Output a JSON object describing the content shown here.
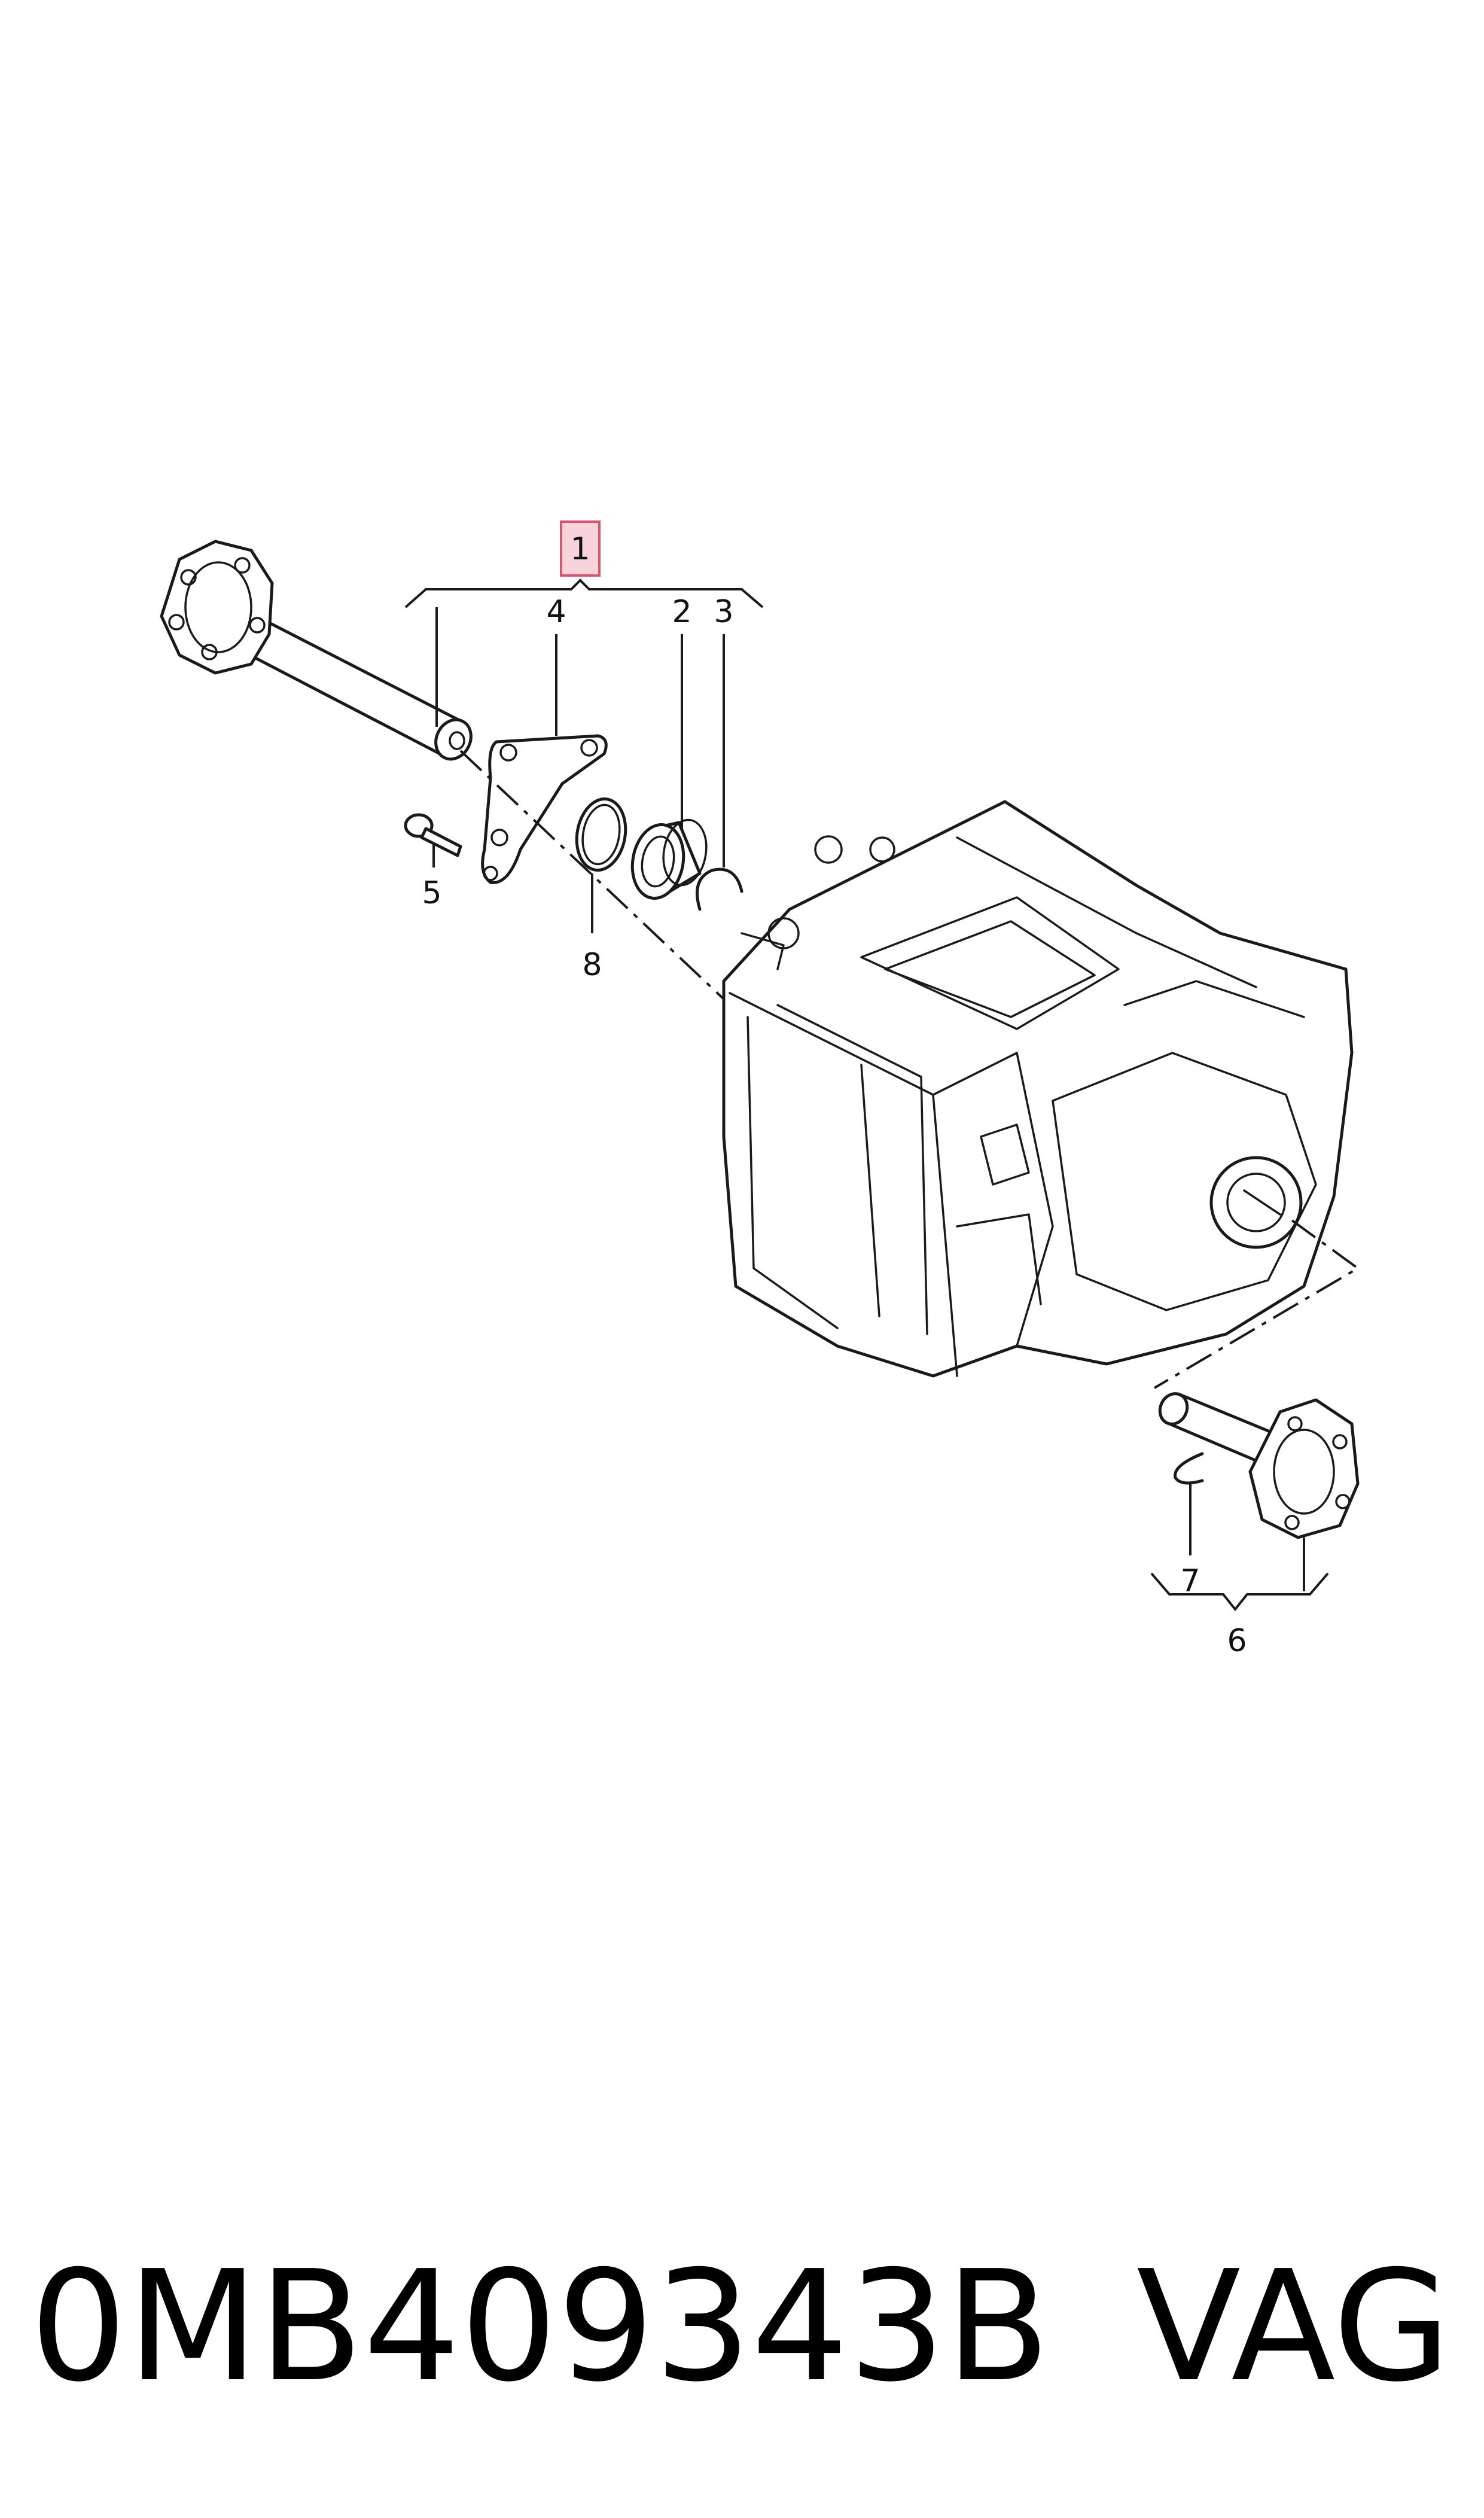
{
  "callouts": {
    "c1": "1",
    "c2": "2",
    "c3": "3",
    "c4": "4",
    "c5": "5",
    "c6": "6",
    "c7": "7",
    "c8": "8"
  },
  "highlighted_callout": "1",
  "highlight_color": "#f8d3dc",
  "highlight_border_color": "#d8556f",
  "footer": {
    "part_number": "0MB409343B",
    "brand": "VAG"
  }
}
